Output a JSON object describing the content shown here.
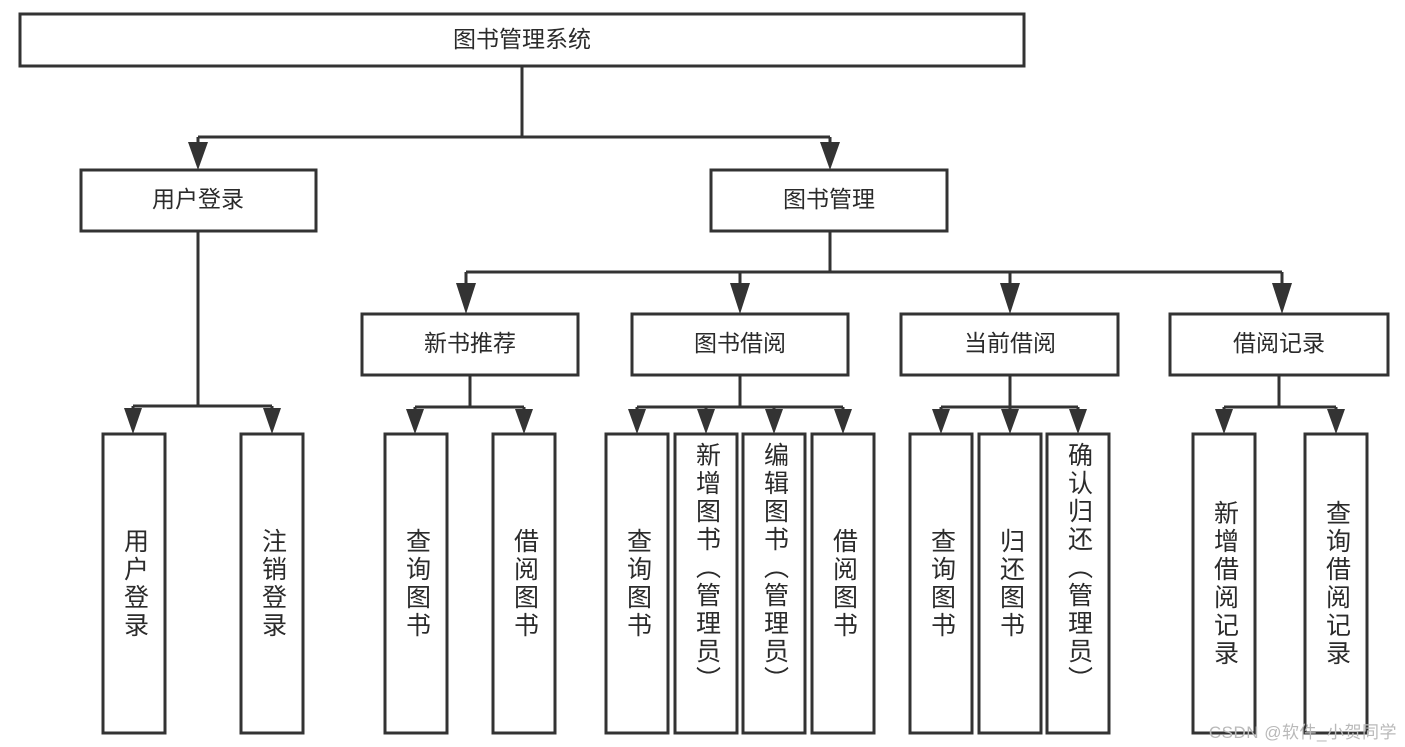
{
  "diagram": {
    "title": "图书管理系统",
    "type": "tree",
    "watermark": "CSDN @软件_小贺同学",
    "colors": {
      "box_stroke": "#333333",
      "box_fill": "#ffffff",
      "text": "#2b2b2b",
      "background": "#ffffff",
      "watermark": "#b9b9b9"
    },
    "levels": {
      "root": {
        "label": "图书管理系统"
      },
      "level2": [
        {
          "label": "用户登录"
        },
        {
          "label": "图书管理"
        }
      ],
      "level3": [
        {
          "label": "新书推荐"
        },
        {
          "label": "图书借阅"
        },
        {
          "label": "当前借阅"
        },
        {
          "label": "借阅记录"
        }
      ],
      "leaves_user_login": [
        {
          "label": "用户登录"
        },
        {
          "label": "注销登录"
        }
      ],
      "leaves_new_book": [
        {
          "label": "查询图书"
        },
        {
          "label": "借阅图书"
        }
      ],
      "leaves_borrow": [
        {
          "label": "查询图书"
        },
        {
          "label": "新增图书（管理员）"
        },
        {
          "label": "编辑图书（管理员）"
        },
        {
          "label": "借阅图书"
        }
      ],
      "leaves_current": [
        {
          "label": "查询图书"
        },
        {
          "label": "归还图书"
        },
        {
          "label": "确认归还（管理员）"
        }
      ],
      "leaves_records": [
        {
          "label": "新增借阅记录"
        },
        {
          "label": "查询借阅记录"
        }
      ]
    }
  }
}
